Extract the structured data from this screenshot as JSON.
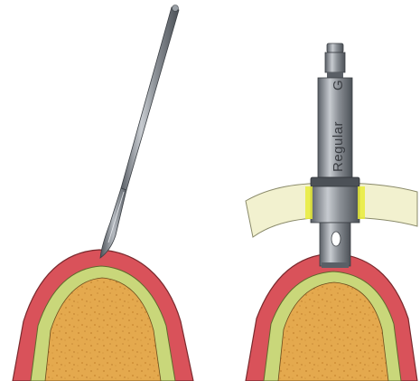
{
  "colors": {
    "background": "#ffffff",
    "gingiva": "#d9525a",
    "gingiva_edge": "#7a2a2e",
    "cortical_bone": "#c9d77a",
    "cancellous_bone": "#e4a94e",
    "cancellous_speckle": "#c4842f",
    "soft_tissue_flap": "#f2f1cf",
    "flap_edge": "#8a8a6a",
    "instrument_metal": "#8b9096",
    "instrument_dark": "#4c5157",
    "instrument_highlight": "#c7cbd0",
    "contact_highlight": "#e9ec3a"
  },
  "left_panel": {
    "instrument": "scalpel-blade",
    "step": "incision"
  },
  "right_panel": {
    "instrument": "tissue-punch-driver",
    "shaft_text": "Regular",
    "shaft_mark": "G"
  }
}
